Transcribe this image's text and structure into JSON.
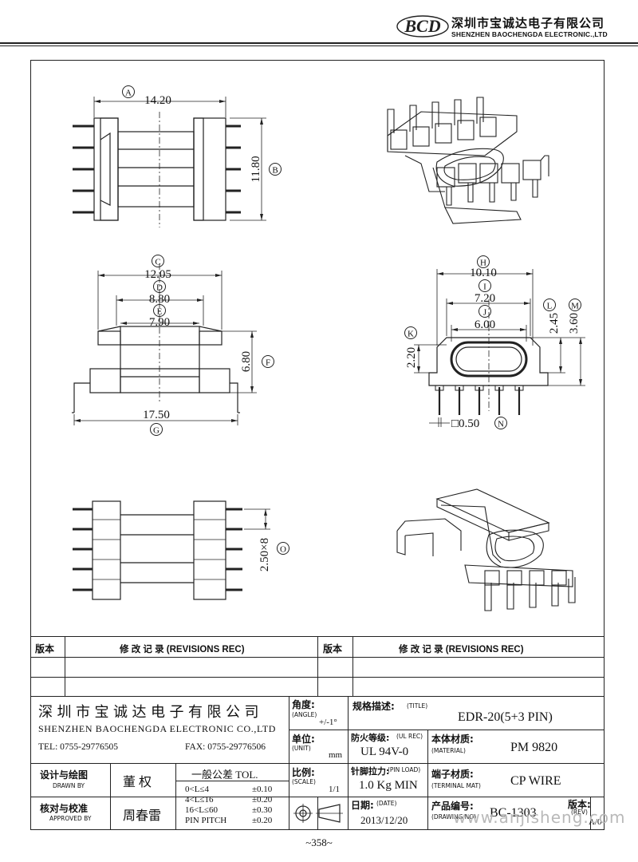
{
  "header": {
    "logo_text": "BCD",
    "company_cn": "深圳市宝诚达电子有限公司",
    "company_en": "SHENZHEN BAOCHENGDA ELECTRONIC.,LTD"
  },
  "dimensions": {
    "A": {
      "mark": "A",
      "value": "14.20"
    },
    "B": {
      "mark": "B",
      "value": "11.80"
    },
    "C": {
      "mark": "C",
      "value": "12.05"
    },
    "D": {
      "mark": "D",
      "value": "8.80"
    },
    "E": {
      "mark": "E",
      "value": "7.90"
    },
    "F": {
      "mark": "F",
      "value": "6.80"
    },
    "G": {
      "mark": "G",
      "value": "17.50"
    },
    "H": {
      "mark": "H",
      "value": "10.10"
    },
    "I": {
      "mark": "I",
      "value": "7.20"
    },
    "J": {
      "mark": "J",
      "value": "6.00"
    },
    "K": {
      "mark": "K",
      "value": "2.20"
    },
    "L": {
      "mark": "L",
      "value": "2.45"
    },
    "M": {
      "mark": "M",
      "value": "3.60"
    },
    "N": {
      "mark": "N",
      "value": "□0.50"
    },
    "O": {
      "mark": "O",
      "value": "2.50×8"
    }
  },
  "revisions": {
    "col_version": "版本",
    "col_record": "修 改 记 录  (REVISIONS REC)"
  },
  "title_block": {
    "company_cn": "深圳市宝诚达电子有限公司",
    "company_en": "SHENZHEN BAOCHENGDA ELECTRONIC CO.,LTD",
    "tel": "TEL: 0755-29776505",
    "fax": "FAX: 0755-29776506",
    "angle_cn": "角度:",
    "angle_en": "(ANGLE)",
    "angle_val": "+/-1°",
    "unit_cn": "单位:",
    "unit_en": "(UNIT)",
    "unit_val": "mm",
    "scale_cn": "比例:",
    "scale_en": "(SCALE)",
    "scale_val": "1/1",
    "title_cn": "规格描述:",
    "title_en": "(TITLE)",
    "title_val": "EDR-20(5+3 PIN)",
    "fire_cn": "防火等级:",
    "fire_en": "(UL REC)",
    "fire_val": "UL 94V-0",
    "material_cn": "本体材质:",
    "material_en": "(MATERIAL)",
    "material_val": "PM 9820",
    "pinload_cn": "针脚拉力:",
    "pinload_en": "(PIN LOAD)",
    "pinload_val": "1.0 Kg MIN",
    "terminal_cn": "端子材质:",
    "terminal_en": "(TERMINAL MAT)",
    "terminal_val": "CP WIRE",
    "date_cn": "日期:",
    "date_en": "(DATE)",
    "date_val": "2013/12/20",
    "drawing_cn": "产品编号:",
    "drawing_en": "(DRAWING NO)",
    "drawing_val": "BC-1303",
    "rev_cn": "版本:",
    "rev_en": "(REV)",
    "rev_val": "A/0",
    "drawn_cn": "设计与绘图",
    "drawn_en": "DRAWN BY",
    "drawn_name": "董 权",
    "approved_cn": "核对与校准",
    "approved_en": "APPROVED BY",
    "approved_name": "周春雷",
    "tol_title": "一般公差 TOL.",
    "tol_rows": [
      {
        "range": "0<L≤4",
        "val": "±0.10"
      },
      {
        "range": "4<L≤16",
        "val": "±0.20"
      },
      {
        "range": "16<L≤60",
        "val": "±0.30"
      },
      {
        "range": "PIN PITCH",
        "val": "±0.20"
      }
    ]
  },
  "page_number": "~358~",
  "watermark": "www.anjisheng.com"
}
